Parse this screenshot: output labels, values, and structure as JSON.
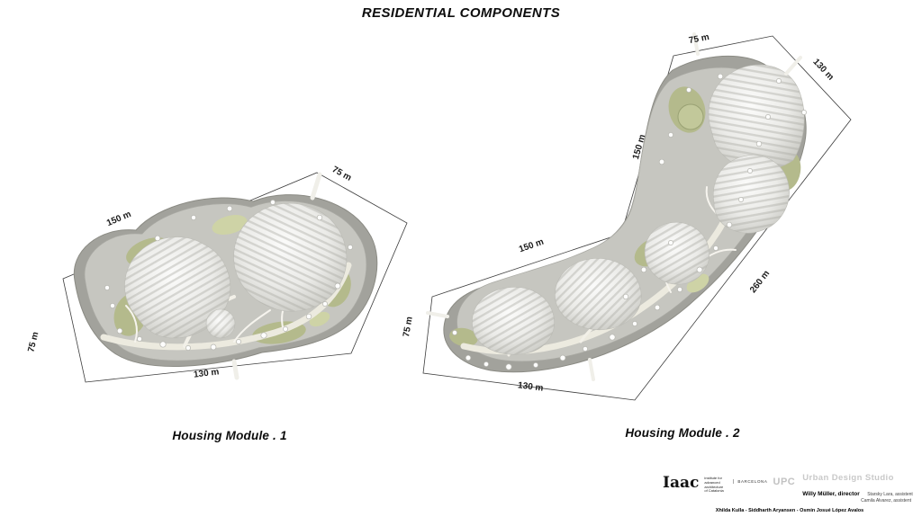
{
  "title": "RESIDENTIAL COMPONENTS",
  "modules": [
    {
      "caption": "Housing Module . 1",
      "dims": {
        "nw": "150 m",
        "ne": "75 m",
        "w": "75 m",
        "s": "130 m"
      }
    },
    {
      "caption": "Housing Module . 2",
      "dims": {
        "top": "75 m",
        "ne": "130 m",
        "nw_upper": "150 m",
        "nw_lower": "150 m",
        "se": "260 m",
        "w": "75 m",
        "s": "130 m"
      }
    }
  ],
  "footer": {
    "iaac": "Iaac",
    "iaac_desc": "institute for\nadvanced\narchitecture\nof Catalonia",
    "barcelona": "BARCELONA",
    "upc": "UPC",
    "studio_name": "Urban  Design Studio",
    "director": "Willy Müller, director",
    "assistant1": "Starsky Lara, assistent",
    "assistant2": "Camila Alvarez, assistent",
    "credits": "Xhilda Kulla - Siddharth Aryansen - Osmin Josué López Avalos"
  },
  "colors": {
    "ground_gray": "#a2a29c",
    "platform_gray": "#c6c6c0",
    "green": "#b4ba8c",
    "path_cream": "#eceadf",
    "dome_white": "#fafaf8"
  }
}
